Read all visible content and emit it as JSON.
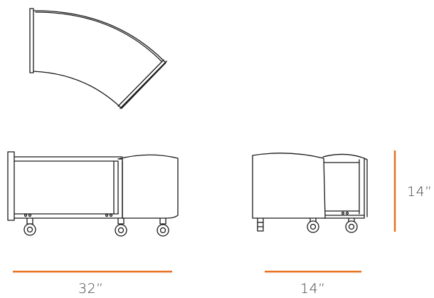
{
  "dimensions": {
    "width_label": "32”",
    "depth_label": "14”",
    "height_label": "14”"
  },
  "colors": {
    "line": "#1a1a1a",
    "dimension_bar": "#e8701e",
    "label_text": "#444444"
  }
}
